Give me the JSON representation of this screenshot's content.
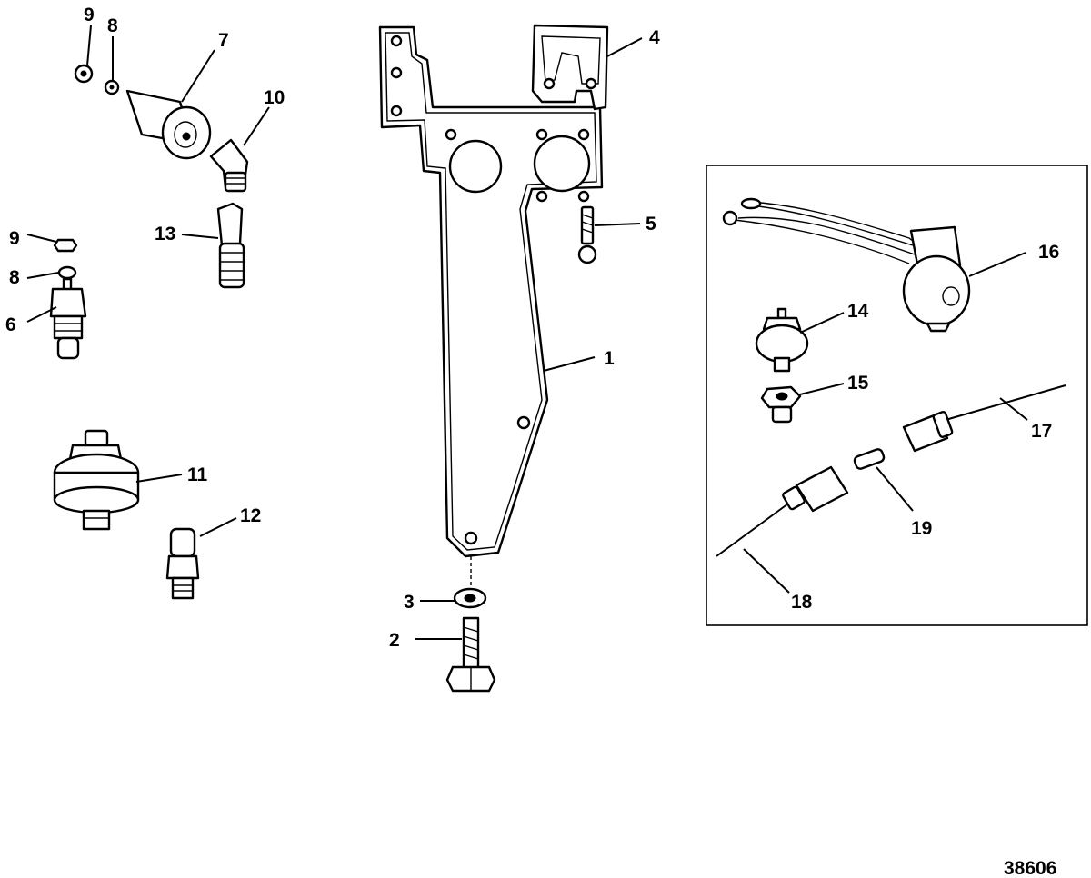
{
  "diagram": {
    "figure_number": "38606",
    "callouts": {
      "c1": "1",
      "c2": "2",
      "c3": "3",
      "c4": "4",
      "c5": "5",
      "c6": "6",
      "c7": "7",
      "c8a": "8",
      "c8b": "8",
      "c9a": "9",
      "c9b": "9",
      "c10": "10",
      "c11": "11",
      "c12": "12",
      "c13": "13",
      "c14": "14",
      "c15": "15",
      "c16": "16",
      "c17": "17",
      "c18": "18",
      "c19": "19"
    }
  }
}
